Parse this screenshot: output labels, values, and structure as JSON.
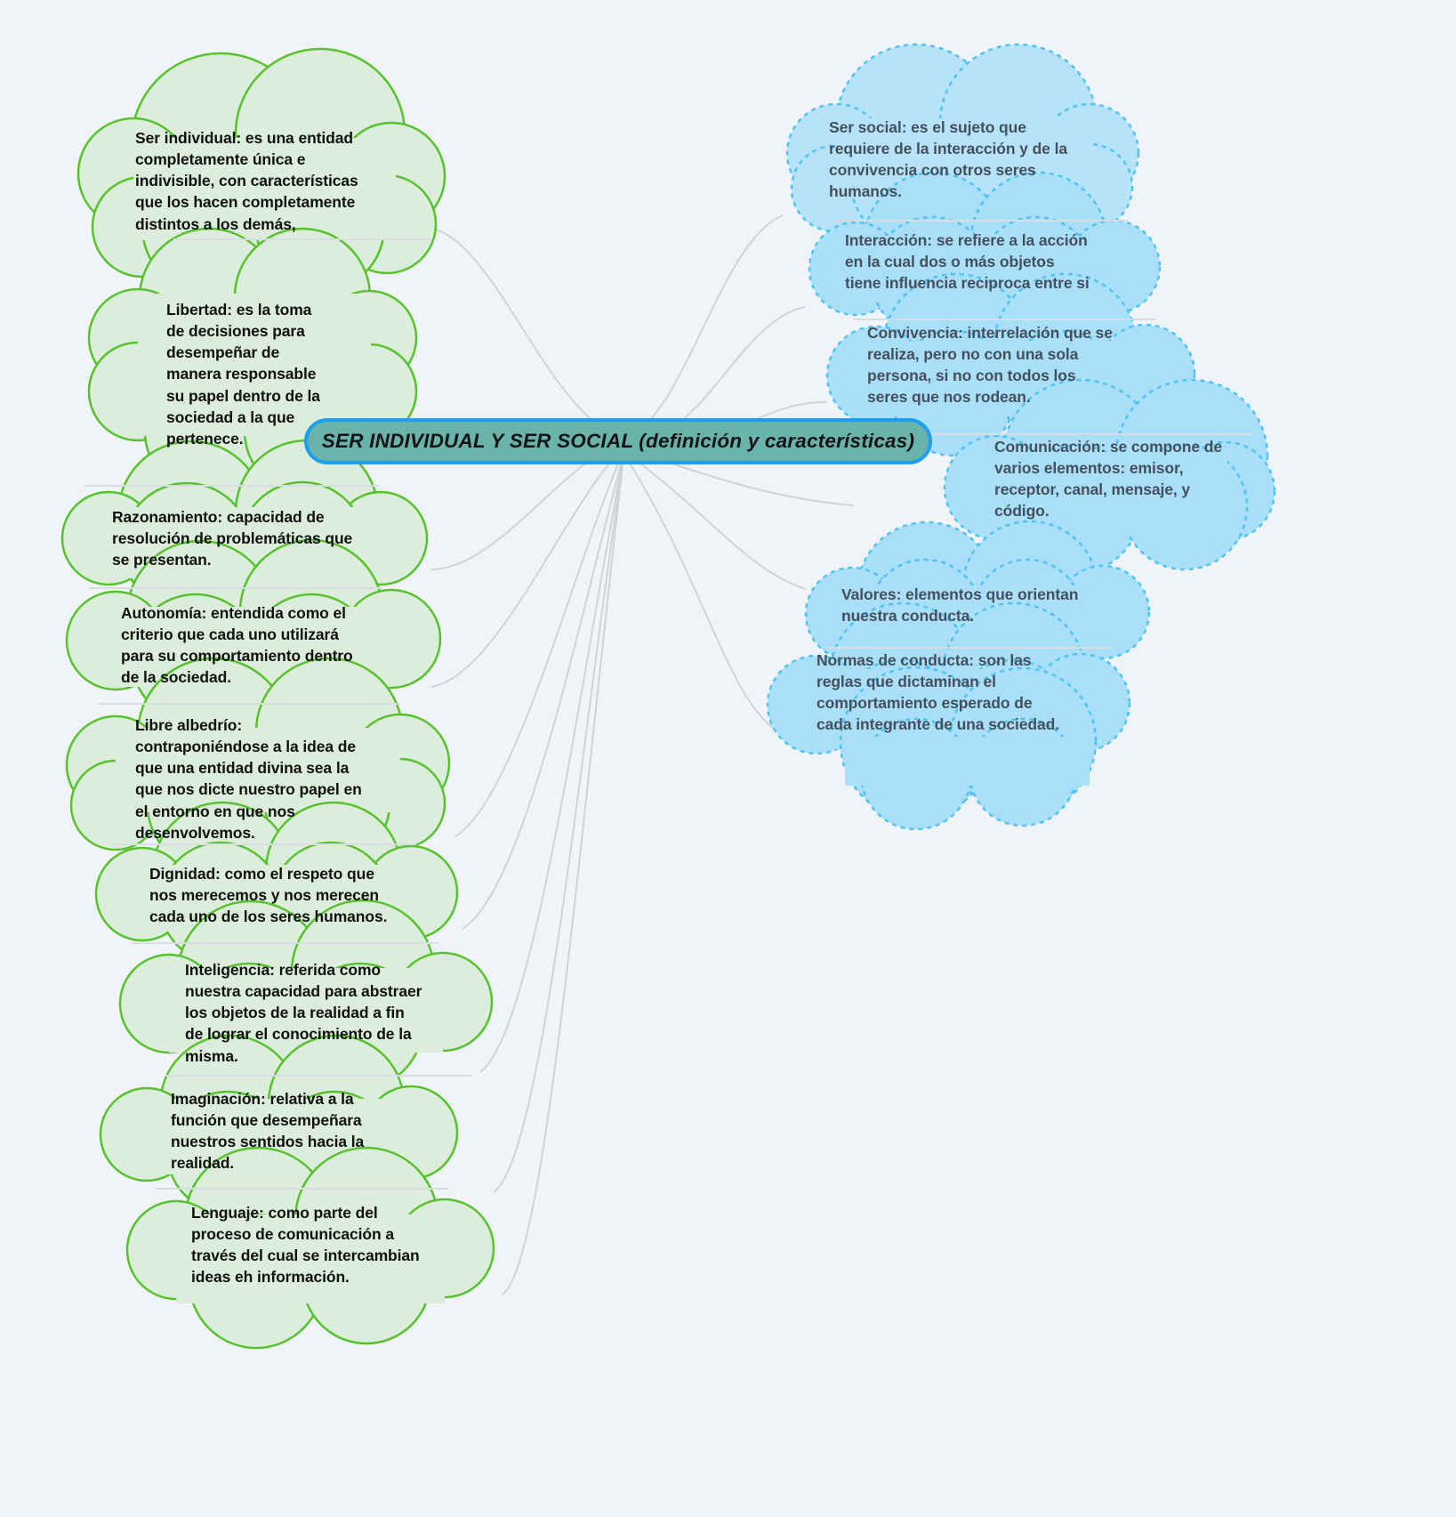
{
  "diagram": {
    "type": "mind-map",
    "background_color": "#f0f4f8",
    "center": {
      "title": "SER INDIVIDUAL Y SER SOCIAL (definición y características)",
      "fill_color": "#6ab3ab",
      "border_color": "#1d9ef0"
    },
    "branches": [
      {
        "id": "ser-individual",
        "side": "left",
        "fill_color": "#dceedb",
        "border_color": "#57c22d",
        "text_color": "#10100f",
        "border_style": "solid",
        "nodes": [
          {
            "id": "ser-individual-def",
            "text": "Ser individual: es una entidad\ncompletamente única e\nindivisible, con características\nque los hacen completamente\ndistintos a los demás,"
          },
          {
            "id": "libertad",
            "text": "Libertad: es la toma\nde decisiones para\ndesempeñar de\nmanera responsable\nsu papel dentro de la\nsociedad a la que\npertenece."
          },
          {
            "id": "razonamiento",
            "text": "Razonamiento: capacidad de\nresolución de problemáticas que\nse presentan."
          },
          {
            "id": "autonomia",
            "text": "Autonomía: entendida como el\ncriterio que cada uno utilizará\npara su comportamiento dentro\nde la sociedad."
          },
          {
            "id": "libre-albedrio",
            "text": "Libre albedrío:\ncontraponiéndose a la idea de\nque una entidad divina sea la\nque nos dicte nuestro papel en\nel entorno en que nos\ndesenvolvemos."
          },
          {
            "id": "dignidad",
            "text": "Dignidad: como el respeto que\nnos merecemos y nos merecen\ncada uno de los seres humanos."
          },
          {
            "id": "inteligencia",
            "text": "Inteligencia: referida como\nnuestra capacidad para abstraer\nlos objetos de la realidad a fin\nde lograr el conocimiento de la\nmisma."
          },
          {
            "id": "imaginacion",
            "text": "Imaginación: relativa a la\nfunción que desempeñara\nnuestros sentidos hacia la\nrealidad."
          },
          {
            "id": "lenguaje",
            "text": "Lenguaje: como parte del\nproceso de comunicación a\ntravés del cual se intercambian\nideas eh información."
          }
        ]
      },
      {
        "id": "ser-social",
        "side": "right",
        "fill_color": "#b7e3fa",
        "border_color": "#4ec3f7",
        "text_color": "#44505c",
        "border_style": "dashed",
        "nodes": [
          {
            "id": "ser-social-def",
            "text": "Ser social: es el sujeto que\nrequiere de la interacción y de la\nconvivencia con otros seres\nhumanos."
          },
          {
            "id": "interaccion",
            "text": "Interacción: se refiere a la acción\nen la cual dos o más objetos\ntiene influencia reciproca entre si"
          },
          {
            "id": "convivencia",
            "text": "Convivencia: interrelación que se\nrealiza, pero no con una sola\npersona, si no con todos los\nseres que nos rodean."
          },
          {
            "id": "comunicacion",
            "text": "Comunicación: se compone de\nvarios elementos: emisor,\nreceptor, canal, mensaje, y\ncódigo."
          },
          {
            "id": "valores",
            "text": "Valores: elementos que orientan\nnuestra conducta."
          },
          {
            "id": "normas-de-conducta",
            "text": "Normas de conducta: son las\nreglas que dictaminan el\ncomportamiento esperado de\ncada integrante de una sociedad."
          }
        ]
      }
    ]
  }
}
